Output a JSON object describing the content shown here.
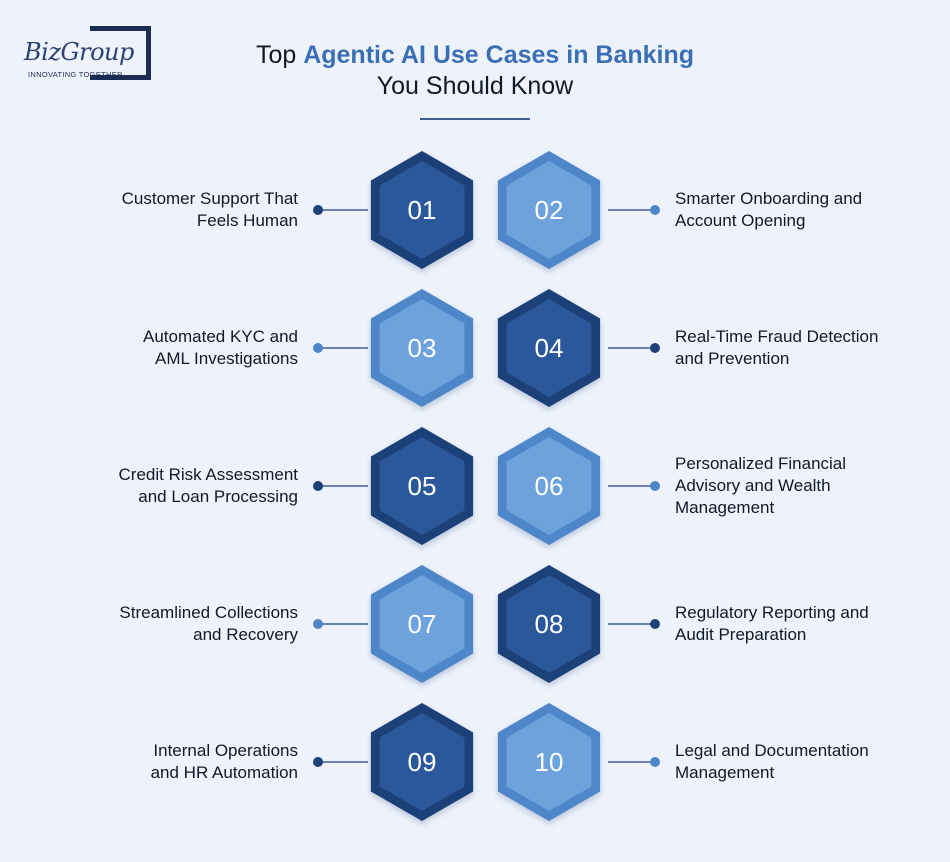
{
  "logo": {
    "text": "BizGroup",
    "tagline": "INNOVATING TOGETHER"
  },
  "title": {
    "prefix": "Top ",
    "highlight": "Agentic AI Use Cases in Banking",
    "line2": "You Should Know"
  },
  "colors": {
    "dark_hex_outer": "#1e3f78",
    "dark_hex_inner": "#2b579b",
    "light_hex_outer": "#4d86c9",
    "light_hex_inner": "#6da2dc",
    "connector": "#3e5d92",
    "title_accent": "#3b6fb3"
  },
  "use_cases": [
    {
      "number": "01",
      "label": "Customer Support That\nFeels Human",
      "side": "left",
      "tone": "dark"
    },
    {
      "number": "02",
      "label": "Smarter Onboarding and\nAccount Opening",
      "side": "right",
      "tone": "light"
    },
    {
      "number": "03",
      "label": "Automated KYC and\nAML Investigations",
      "side": "left",
      "tone": "light"
    },
    {
      "number": "04",
      "label": "Real-Time Fraud Detection\nand Prevention",
      "side": "right",
      "tone": "dark"
    },
    {
      "number": "05",
      "label": "Credit Risk Assessment\nand Loan Processing",
      "side": "left",
      "tone": "dark"
    },
    {
      "number": "06",
      "label": "Personalized Financial\nAdvisory and Wealth\nManagement",
      "side": "right",
      "tone": "light"
    },
    {
      "number": "07",
      "label": "Streamlined Collections\nand Recovery",
      "side": "left",
      "tone": "light"
    },
    {
      "number": "08",
      "label": "Regulatory Reporting and\nAudit Preparation",
      "side": "right",
      "tone": "dark"
    },
    {
      "number": "09",
      "label": "Internal Operations\nand HR Automation",
      "side": "left",
      "tone": "dark"
    },
    {
      "number": "10",
      "label": "Legal and Documentation\nManagement",
      "side": "right",
      "tone": "light"
    }
  ]
}
